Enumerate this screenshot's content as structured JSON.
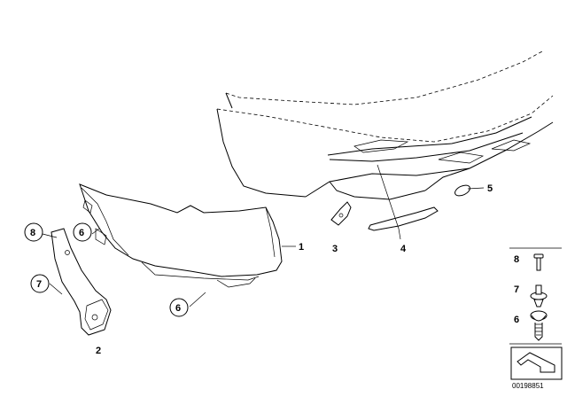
{
  "callouts": {
    "c1": "1",
    "c2": "2",
    "c3": "3",
    "c4": "4",
    "c5": "5",
    "c6a": "6",
    "c6b": "6",
    "c7": "7",
    "c8": "8"
  },
  "legend": {
    "l8": "8",
    "l7": "7",
    "l6": "6"
  },
  "drawing_number": "00198851"
}
